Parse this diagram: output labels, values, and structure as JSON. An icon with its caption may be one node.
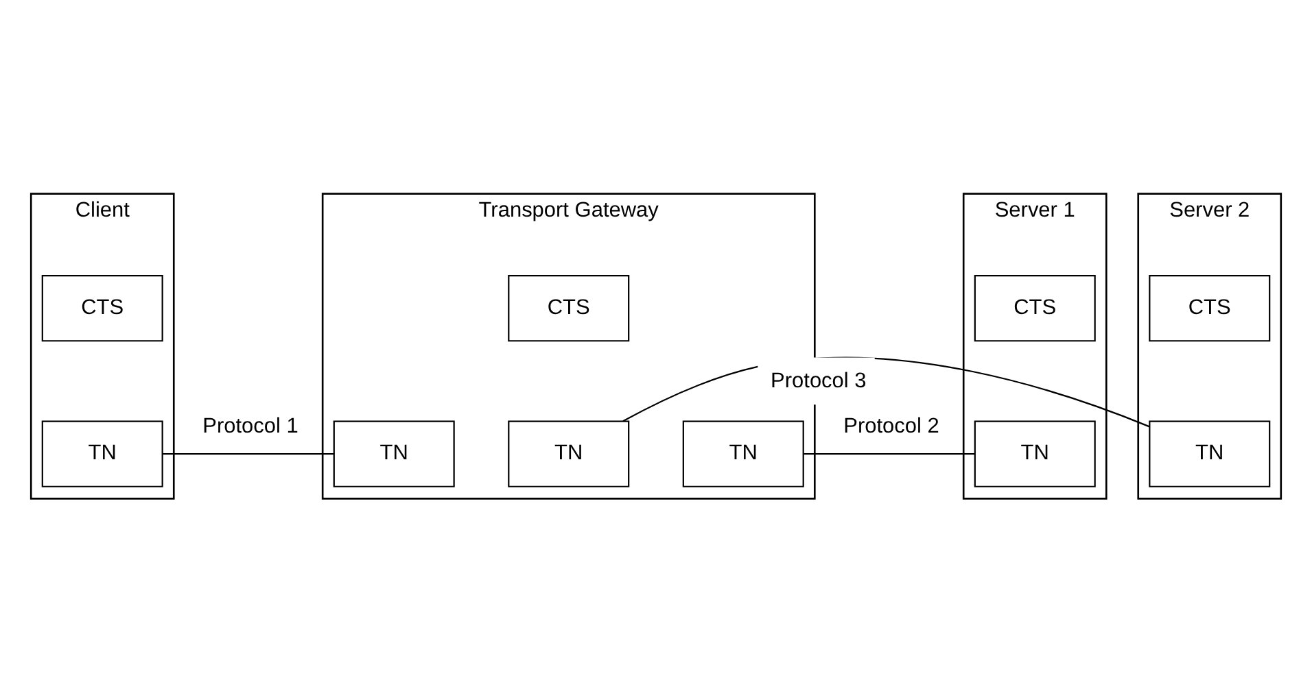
{
  "diagram": {
    "nodes": [
      {
        "text": [
          "Client"
        ]
      },
      {
        "text": [
          "CTS"
        ],
        "in": 0
      },
      {
        "text": [
          "TN"
        ],
        "in": 0
      },
      {
        "text": [
          "Transport Gateway"
        ]
      },
      {
        "text": [
          "CTS"
        ],
        "in": 3
      },
      {
        "text": [
          "TN"
        ],
        "in": 3
      },
      {
        "text": [
          "TN"
        ],
        "in": 3
      },
      {
        "text": [
          "TN"
        ],
        "in": 3
      },
      {
        "text": [
          "Server 1"
        ]
      },
      {
        "text": [
          "CTS"
        ],
        "in": 8
      },
      {
        "text": [
          "TN"
        ],
        "in": 8
      },
      {
        "text": [
          "Server 2"
        ]
      },
      {
        "text": [
          "CTS"
        ],
        "in": 11
      },
      {
        "text": [
          "TN"
        ],
        "in": 11
      }
    ],
    "edges": [
      {
        "from": 2,
        "to": 5,
        "arrow": "none",
        "label": "Protocol 1"
      },
      {
        "from": 7,
        "to": 10,
        "arrow": "none",
        "label": "Protocol 2"
      },
      {
        "from": 6,
        "to": 13,
        "arrow": "none",
        "label": "Protocol 3"
      }
    ]
  }
}
